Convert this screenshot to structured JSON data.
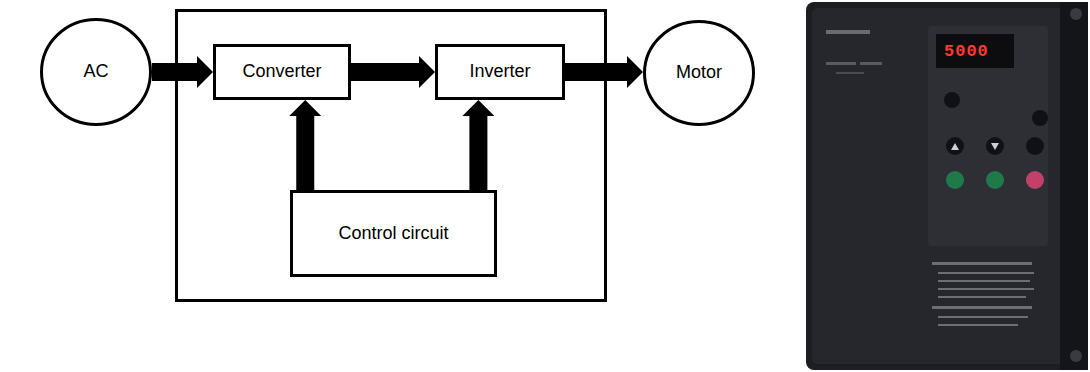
{
  "diagram": {
    "nodes": [
      {
        "text": [
          "AC"
        ]
      },
      {
        "text": [
          "Converter"
        ]
      },
      {
        "text": [
          "Inverter"
        ]
      },
      {
        "text": [
          "Control circuit"
        ]
      },
      {
        "text": [
          "Motor"
        ]
      }
    ],
    "edges": [
      {
        "from": 0,
        "to": 1,
        "arrow": "to"
      },
      {
        "from": 1,
        "to": 2,
        "arrow": "to"
      },
      {
        "from": 2,
        "to": 4,
        "arrow": "to"
      },
      {
        "from": 3,
        "to": 1,
        "arrow": "to"
      },
      {
        "from": 3,
        "to": 2,
        "arrow": "to"
      }
    ],
    "labels": [
      "5000"
    ]
  }
}
